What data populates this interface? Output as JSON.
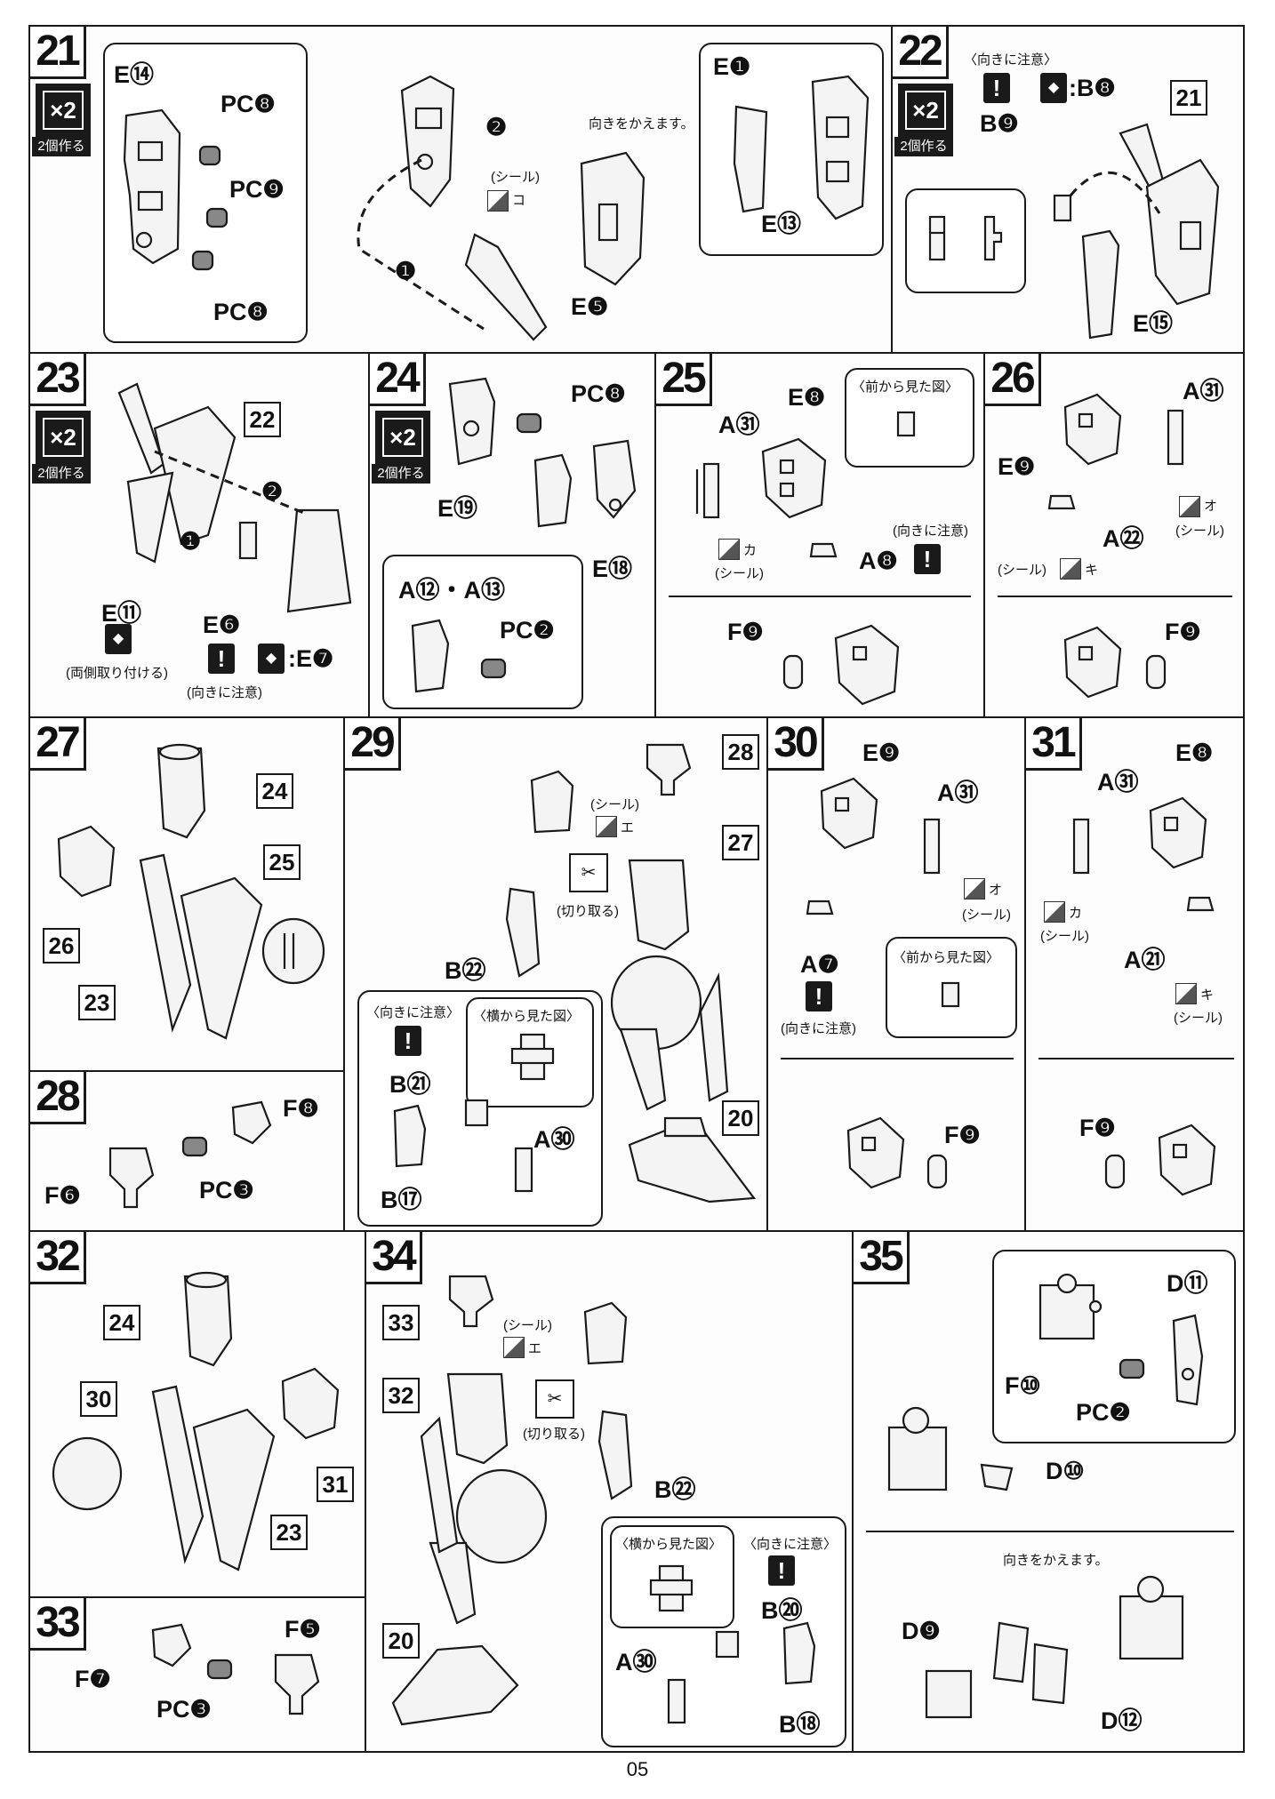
{
  "page_number": "05",
  "common": {
    "x2": "×2",
    "make_two": "2個作る",
    "sticker": "(シール)",
    "cut_off": "(切り取る)",
    "careful_direction": "〈向きに注意〉",
    "careful_direction_paren": "(向きに注意)",
    "front_view": "〈前から見た図〉",
    "side_view": "〈横から見た図〉",
    "turn_around": "向きをかえます。",
    "attach_both_sides": "(両側取り付ける)",
    "warning_mark": "!"
  },
  "steps": [
    {
      "number": "21",
      "x2": true,
      "labels": [
        "E⑭",
        "PC❽",
        "PC❾",
        "PC❽",
        "E❶",
        "E⑬",
        "E❺"
      ],
      "sticker_letter": "コ",
      "order_marks": [
        "❷",
        "❶"
      ]
    },
    {
      "number": "22",
      "x2": true,
      "careful": "〈向きに注意〉",
      "equation": ":B❽",
      "labels": [
        "B❾",
        "E⑮"
      ],
      "ref": "21"
    },
    {
      "number": "23",
      "x2": true,
      "ref": "22",
      "labels": [
        "E⑪",
        "E❻"
      ],
      "equation": ":E❼",
      "order_marks": [
        "❷",
        "❶"
      ]
    },
    {
      "number": "24",
      "x2": true,
      "labels": [
        "PC❽",
        "E⑲",
        "E⑱",
        "A⑫・A⑬",
        "PC❷"
      ]
    },
    {
      "number": "25",
      "labels": [
        "A㉛",
        "E❽",
        "A❽",
        "F❾"
      ],
      "stickers": [
        "カ"
      ]
    },
    {
      "number": "26",
      "labels": [
        "A㉛",
        "E❾",
        "A㉒",
        "F❾"
      ],
      "stickers": [
        "オ",
        "キ"
      ]
    },
    {
      "number": "27",
      "refs": [
        "24",
        "25",
        "26",
        "23"
      ]
    },
    {
      "number": "28",
      "labels": [
        "F❽",
        "F❻",
        "PC❸"
      ]
    },
    {
      "number": "29",
      "refs": [
        "28",
        "27",
        "20"
      ],
      "labels": [
        "B㉒",
        "B㉑",
        "B⑰",
        "A㉚"
      ],
      "stickers": [
        "エ"
      ]
    },
    {
      "number": "30",
      "labels": [
        "E❾",
        "A㉛",
        "A❼",
        "F❾"
      ],
      "stickers": [
        "オ"
      ]
    },
    {
      "number": "31",
      "labels": [
        "A㉛",
        "E❽",
        "A㉑",
        "F❾"
      ],
      "stickers": [
        "カ",
        "キ"
      ]
    },
    {
      "number": "32",
      "refs": [
        "24",
        "30",
        "31",
        "23"
      ]
    },
    {
      "number": "33",
      "labels": [
        "F❼",
        "F❺",
        "PC❸"
      ]
    },
    {
      "number": "34",
      "refs": [
        "33",
        "32",
        "20"
      ],
      "labels": [
        "B㉒",
        "B⑳",
        "A㉚",
        "B⑱"
      ],
      "stickers": [
        "エ"
      ]
    },
    {
      "number": "35",
      "labels": [
        "D⑪",
        "F⑩",
        "PC❷",
        "D⑩",
        "D❾",
        "D⑫"
      ]
    }
  ]
}
